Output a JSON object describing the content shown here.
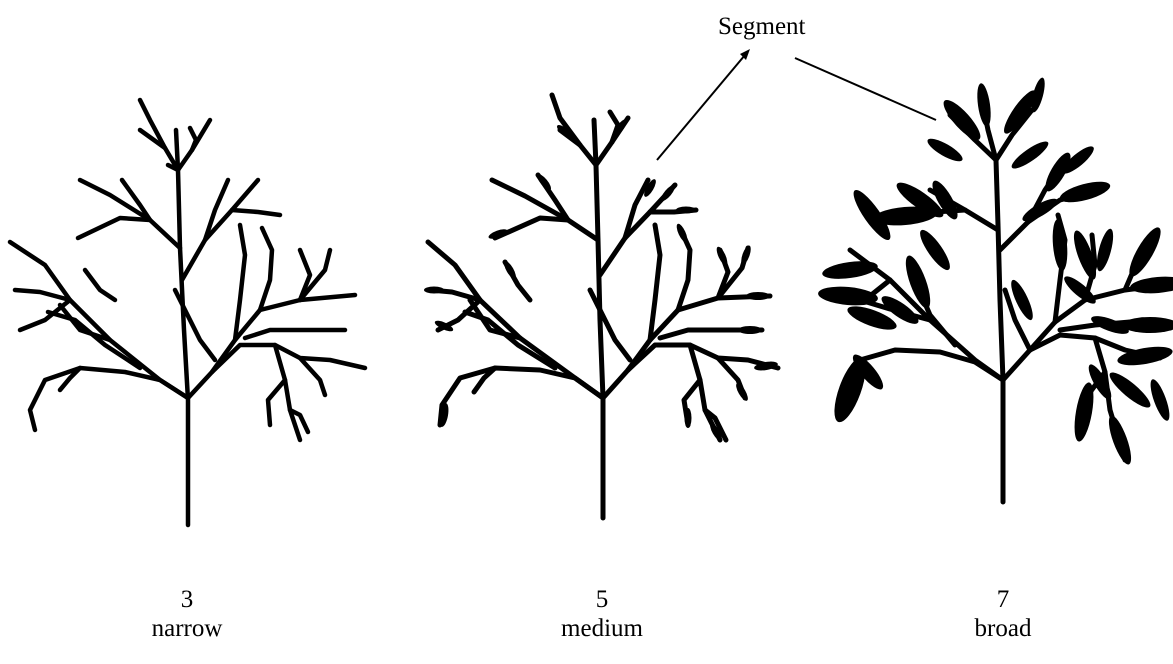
{
  "callout": {
    "label": "Segment"
  },
  "leaves": [
    {
      "score": "3",
      "descriptor": "narrow"
    },
    {
      "score": "5",
      "descriptor": "medium"
    },
    {
      "score": "7",
      "descriptor": "broad"
    }
  ],
  "colors": {
    "ink": "#000000",
    "background": "#ffffff"
  }
}
